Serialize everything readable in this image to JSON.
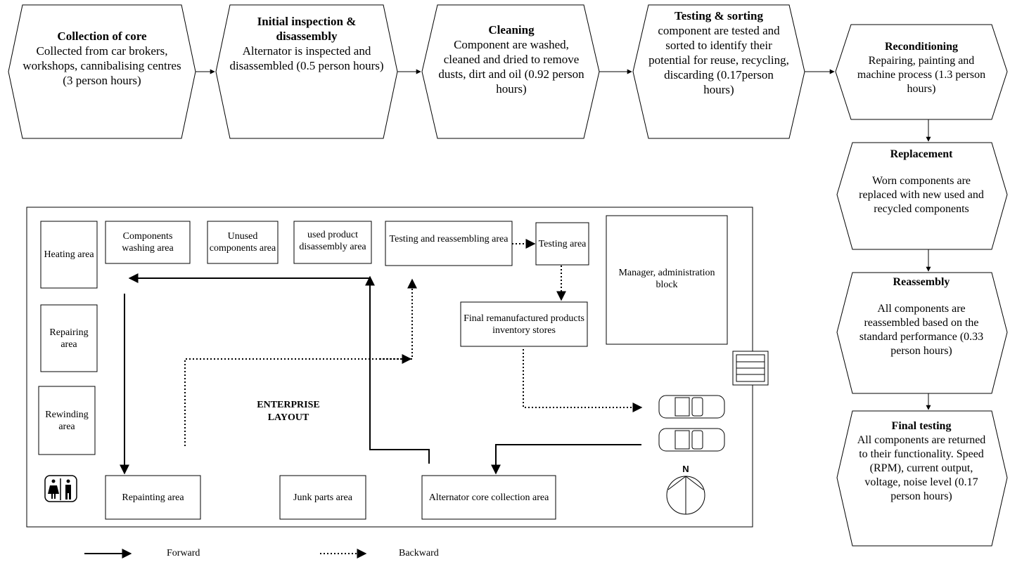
{
  "steps": [
    {
      "title": "Collection of core",
      "body": "Collected from car brokers, workshops, cannibalising centres (3 person hours)"
    },
    {
      "title": "Initial inspection & disassembly",
      "body": "Alternator is inspected and  disassembled (0.5 person hours)"
    },
    {
      "title": "Cleaning",
      "body": "Component are washed, cleaned and dried to remove dusts, dirt and oil (0.92 person hours)"
    },
    {
      "title": "Testing  & sorting",
      "body": "component are tested and sorted to identify their potential for reuse, recycling, discarding (0.17person hours)"
    },
    {
      "title": "Reconditioning",
      "body": "Repairing,  painting and machine process (1.3 person hours)"
    },
    {
      "title": "Replacement",
      "body": "Worn components are replaced with new used and recycled components"
    },
    {
      "title": "Reassembly",
      "body": "All components are reassembled  based on the standard performance (0.33 person hours)"
    },
    {
      "title": "Final testing",
      "body": "All components are returned to their functionality. Speed (RPM), current output, voltage, noise level (0.17 person hours)"
    }
  ],
  "layout": {
    "title": "ENTERPRISE LAYOUT",
    "areas": {
      "heating": "Heating area",
      "washing": "Components washing area",
      "unused": "Unused components area",
      "disassembly": "used product disassembly area",
      "testing_reassembling": "Testing and reassembling area",
      "testing": "Testing area",
      "manager": "Manager, administration block",
      "repairing": "Repairing area",
      "final_inventory": "Final remanufactured products inventory stores",
      "rewinding": "Rewinding area",
      "repainting": "Repainting area",
      "junk": "Junk parts area",
      "core_collection": "Alternator core collection area"
    },
    "compass": "N"
  },
  "legend": {
    "forward": "Forward",
    "backward": "Backward"
  }
}
